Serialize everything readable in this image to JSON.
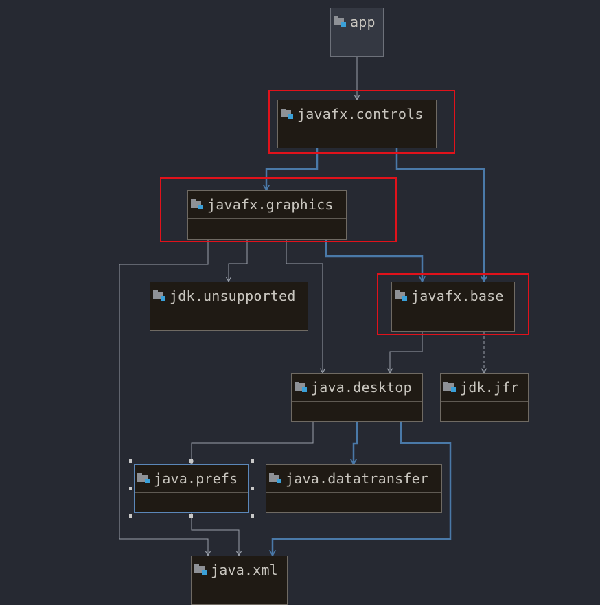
{
  "diagram": {
    "modules": {
      "app": "app",
      "javafx_controls": "javafx.controls",
      "javafx_graphics": "javafx.graphics",
      "jdk_unsupported": "jdk.unsupported",
      "javafx_base": "javafx.base",
      "java_desktop": "java.desktop",
      "jdk_jfr": "jdk.jfr",
      "java_prefs": "java.prefs",
      "java_datatransfer": "java.datatransfer",
      "java_xml": "java.xml"
    },
    "icon": "module-folder-icon",
    "selected": "java.prefs",
    "highlighted": [
      "javafx.controls",
      "javafx.graphics",
      "javafx.base"
    ],
    "edges": [
      {
        "from": "app",
        "to": "javafx.controls",
        "style": "thin"
      },
      {
        "from": "javafx.controls",
        "to": "javafx.graphics",
        "style": "transitive"
      },
      {
        "from": "javafx.controls",
        "to": "javafx.base",
        "style": "transitive"
      },
      {
        "from": "javafx.graphics",
        "to": "javafx.base",
        "style": "transitive"
      },
      {
        "from": "javafx.graphics",
        "to": "jdk.unsupported",
        "style": "thin"
      },
      {
        "from": "javafx.graphics",
        "to": "java.desktop",
        "style": "thin"
      },
      {
        "from": "javafx.graphics",
        "to": "java.xml",
        "style": "thin"
      },
      {
        "from": "javafx.base",
        "to": "java.desktop",
        "style": "thin"
      },
      {
        "from": "javafx.base",
        "to": "jdk.jfr",
        "style": "static"
      },
      {
        "from": "java.desktop",
        "to": "java.prefs",
        "style": "thin"
      },
      {
        "from": "java.desktop",
        "to": "java.datatransfer",
        "style": "transitive"
      },
      {
        "from": "java.desktop",
        "to": "java.xml",
        "style": "transitive"
      },
      {
        "from": "java.prefs",
        "to": "java.xml",
        "style": "thin"
      }
    ],
    "colors": {
      "background": "#262932",
      "thin_edge": "#9aa0aa",
      "transitive_edge": "#4a79a8",
      "highlight": "#e0121b",
      "icon_accent": "#3aa0d8"
    }
  }
}
